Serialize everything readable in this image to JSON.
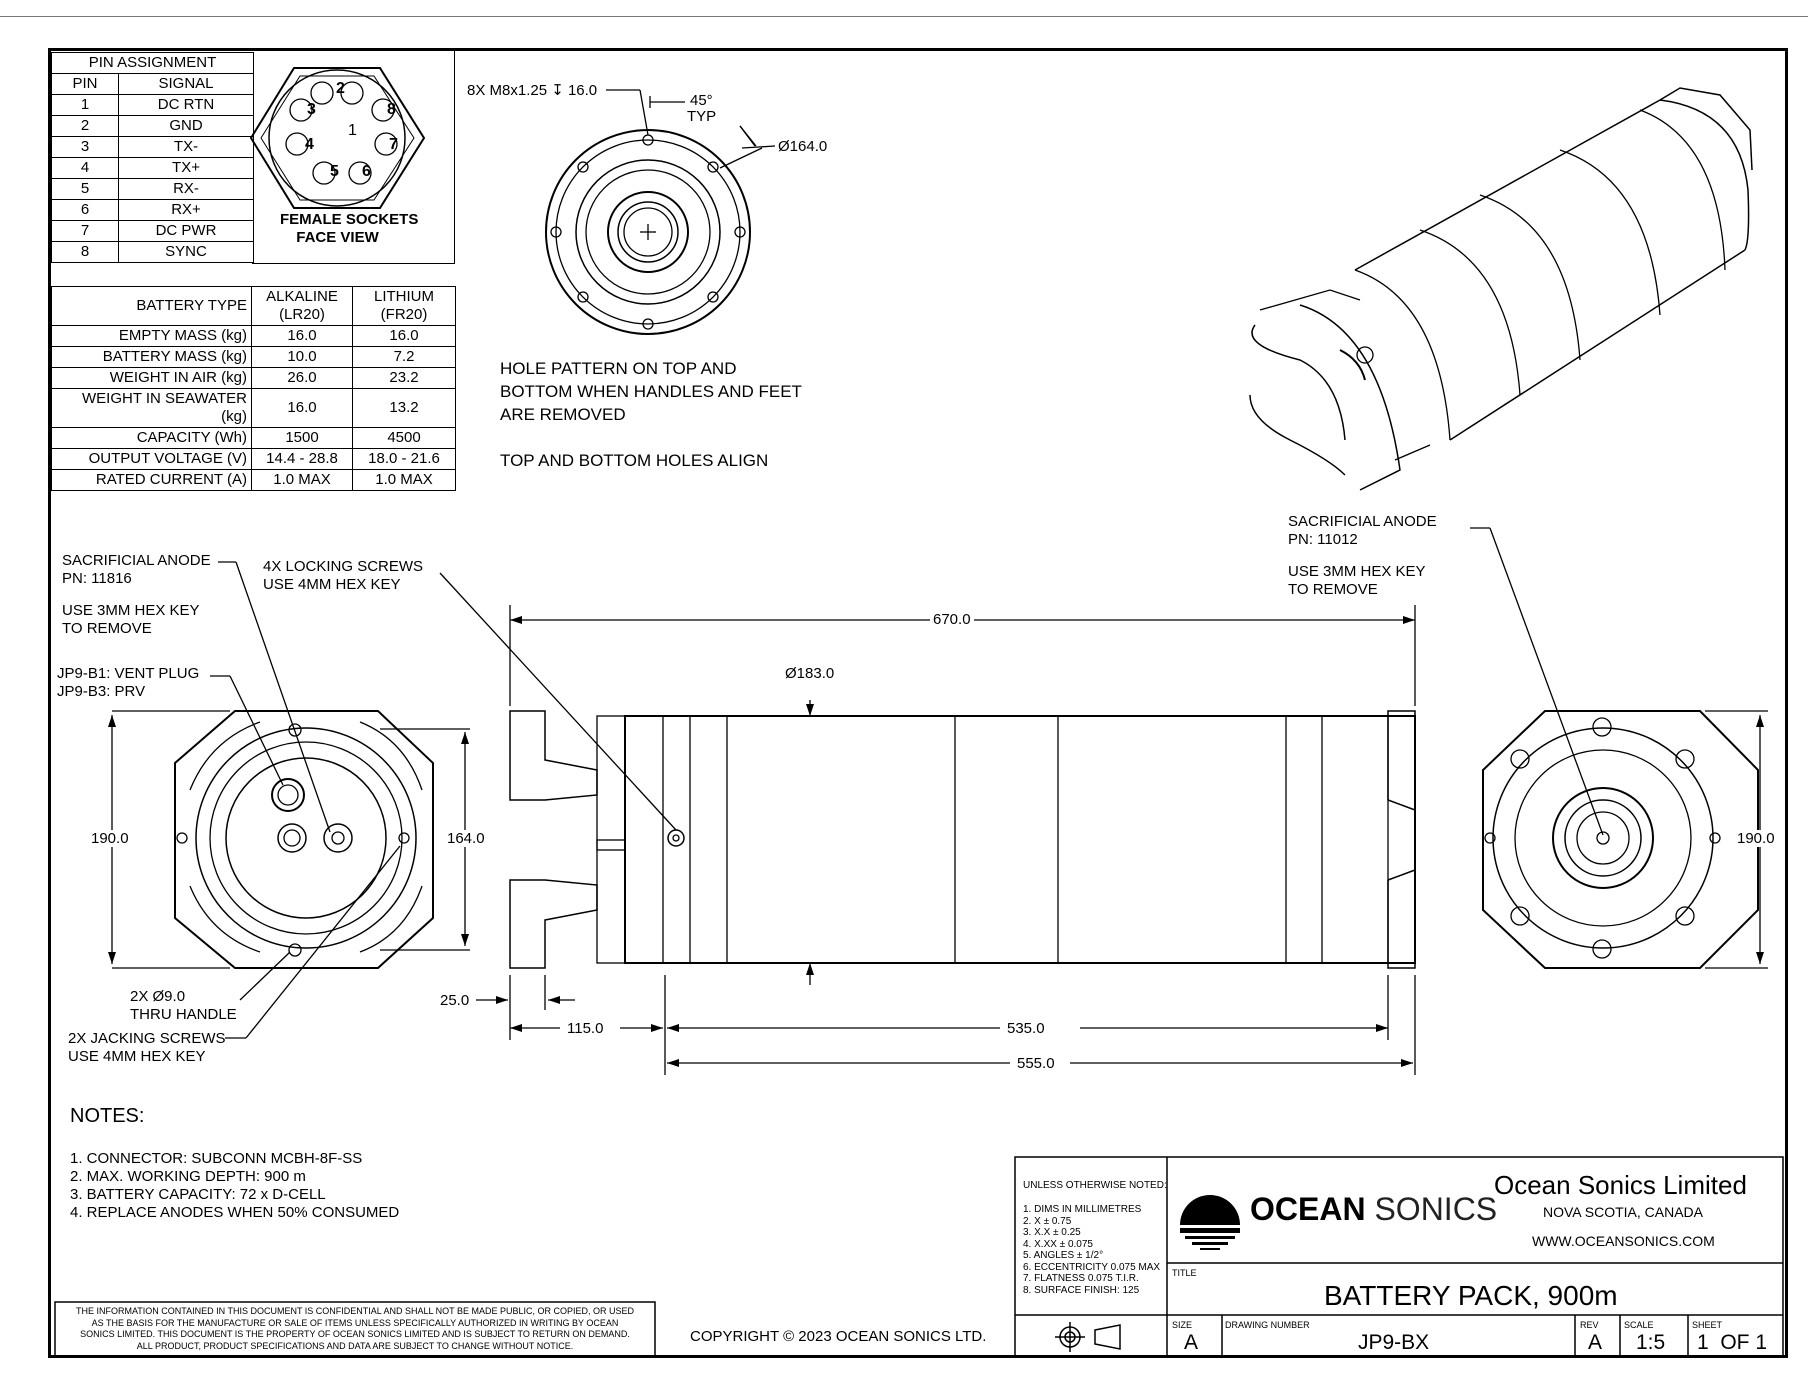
{
  "pin_table": {
    "title": "PIN ASSIGNMENT",
    "headers": [
      "PIN",
      "SIGNAL"
    ],
    "rows": [
      {
        "pin": "1",
        "signal": "DC RTN"
      },
      {
        "pin": "2",
        "signal": "GND"
      },
      {
        "pin": "3",
        "signal": "TX-"
      },
      {
        "pin": "4",
        "signal": "TX+"
      },
      {
        "pin": "5",
        "signal": "RX-"
      },
      {
        "pin": "6",
        "signal": "RX+"
      },
      {
        "pin": "7",
        "signal": "DC PWR"
      },
      {
        "pin": "8",
        "signal": "SYNC"
      }
    ]
  },
  "connector": {
    "caption_line1": "FEMALE SOCKETS",
    "caption_line2": "FACE VIEW",
    "socket_numbers": [
      "1",
      "2",
      "3",
      "4",
      "5",
      "6",
      "7",
      "8"
    ]
  },
  "battery_table": {
    "type_label": "BATTERY TYPE",
    "col1_line1": "ALKALINE",
    "col1_line2": "(LR20)",
    "col2_line1": "LITHIUM",
    "col2_line2": "(FR20)",
    "rows": [
      {
        "label": "EMPTY MASS (kg)",
        "alkaline": "16.0",
        "lithium": "16.0"
      },
      {
        "label": "BATTERY MASS (kg)",
        "alkaline": "10.0",
        "lithium": "7.2"
      },
      {
        "label": "WEIGHT IN AIR (kg)",
        "alkaline": "26.0",
        "lithium": "23.2"
      },
      {
        "label": "WEIGHT IN SEAWATER (kg)",
        "alkaline": "16.0",
        "lithium": "13.2"
      },
      {
        "label": "CAPACITY (Wh)",
        "alkaline": "1500",
        "lithium": "4500"
      },
      {
        "label": "OUTPUT VOLTAGE (V)",
        "alkaline": "14.4 - 28.8",
        "lithium": "18.0 - 21.6"
      },
      {
        "label": "RATED CURRENT (A)",
        "alkaline": "1.0 MAX",
        "lithium": "1.0 MAX"
      }
    ]
  },
  "top_view": {
    "hole_callout": "8X M8x1.25 ↧ 16.0",
    "angle": "45°",
    "angle_typ": "TYP",
    "diameter": "Ø164.0",
    "note1_line1": "HOLE PATTERN ON TOP AND",
    "note1_line2": "BOTTOM WHEN HANDLES AND FEET",
    "note1_line3": "ARE REMOVED",
    "note2": "TOP AND BOTTOM HOLES ALIGN"
  },
  "left_view": {
    "anode_line1": "SACRIFICIAL ANODE",
    "anode_line2": "PN:  11816",
    "anode_line3": "USE 3MM HEX KEY",
    "anode_line4": "TO REMOVE",
    "vent_line1": "JP9-B1:  VENT PLUG",
    "vent_line2": "JP9-B3:  PRV",
    "dim_height": "190.0",
    "dim_inner": "164.0",
    "holes_line1": "2X Ø9.0",
    "holes_line2": "THRU HANDLE",
    "jack_line1": "2X JACKING SCREWS",
    "jack_line2": "USE 4MM HEX KEY"
  },
  "side_view": {
    "lock_line1": "4X LOCKING SCREWS",
    "lock_line2": "USE 4MM HEX KEY",
    "dim_length": "670.0",
    "dim_diameter": "Ø183.0",
    "dim_25": "25.0",
    "dim_115": "115.0",
    "dim_535": "535.0",
    "dim_555": "555.0"
  },
  "right_view": {
    "anode_line1": "SACRIFICIAL ANODE",
    "anode_line2": "PN:  11012",
    "anode_line3": "USE 3MM HEX KEY",
    "anode_line4": "TO REMOVE",
    "dim_height": "190.0"
  },
  "notes": {
    "heading": "NOTES:",
    "items": [
      "1. CONNECTOR: SUBCONN MCBH-8F-SS",
      "2. MAX. WORKING DEPTH: 900 m",
      "3. BATTERY CAPACITY: 72 x D-CELL",
      "4.  REPLACE ANODES WHEN 50% CONSUMED"
    ]
  },
  "disclaimer": {
    "line1": "THE INFORMATION CONTAINED IN THIS DOCUMENT IS CONFIDENTIAL AND SHALL NOT BE MADE PUBLIC, OR COPIED, OR USED",
    "line2": "AS THE BASIS FOR THE MANUFACTURE OR SALE OF ITEMS UNLESS SPECIFICALLY AUTHORIZED IN WRITING BY OCEAN",
    "line3": "SONICS LIMITED. THIS DOCUMENT IS THE PROPERTY OF OCEAN SONICS LIMITED AND IS SUBJECT TO RETURN ON DEMAND.",
    "line4": "ALL PRODUCT, PRODUCT SPECIFICATIONS AND DATA ARE SUBJECT TO CHANGE WITHOUT NOTICE."
  },
  "copyright": "COPYRIGHT © 2023 OCEAN SONICS LTD.",
  "title_block": {
    "tolerance_heading": "UNLESS OTHERWISE NOTED:",
    "tolerances": [
      "1. DIMS IN MILLIMETRES",
      "2. X  ± 0.75",
      "3. X.X  ± 0.25",
      "4. X.XX ± 0.075",
      "5. ANGLES ± 1/2°",
      "6. ECCENTRICITY 0.075 MAX",
      "7. FLATNESS 0.075 T.I.R.",
      "8. SURFACE FINISH:  125"
    ],
    "logo_bold": "OCEAN",
    "logo_light": "SONICS",
    "company": "Ocean Sonics Limited",
    "location": "NOVA SCOTIA, CANADA",
    "website": "WWW.OCEANSONICS.COM",
    "title_caption": "TITLE",
    "title": "BATTERY PACK, 900m",
    "size_caption": "SIZE",
    "size": "A",
    "dwg_caption": "DRAWING NUMBER",
    "drawing_number": "JP9-BX",
    "rev_caption": "REV",
    "rev": "A",
    "scale_caption": "SCALE",
    "scale": "1:5",
    "sheet_caption": "SHEET",
    "sheet": "1  OF 1"
  },
  "colors": {
    "line": "#000000",
    "fill": "#ffffff"
  }
}
